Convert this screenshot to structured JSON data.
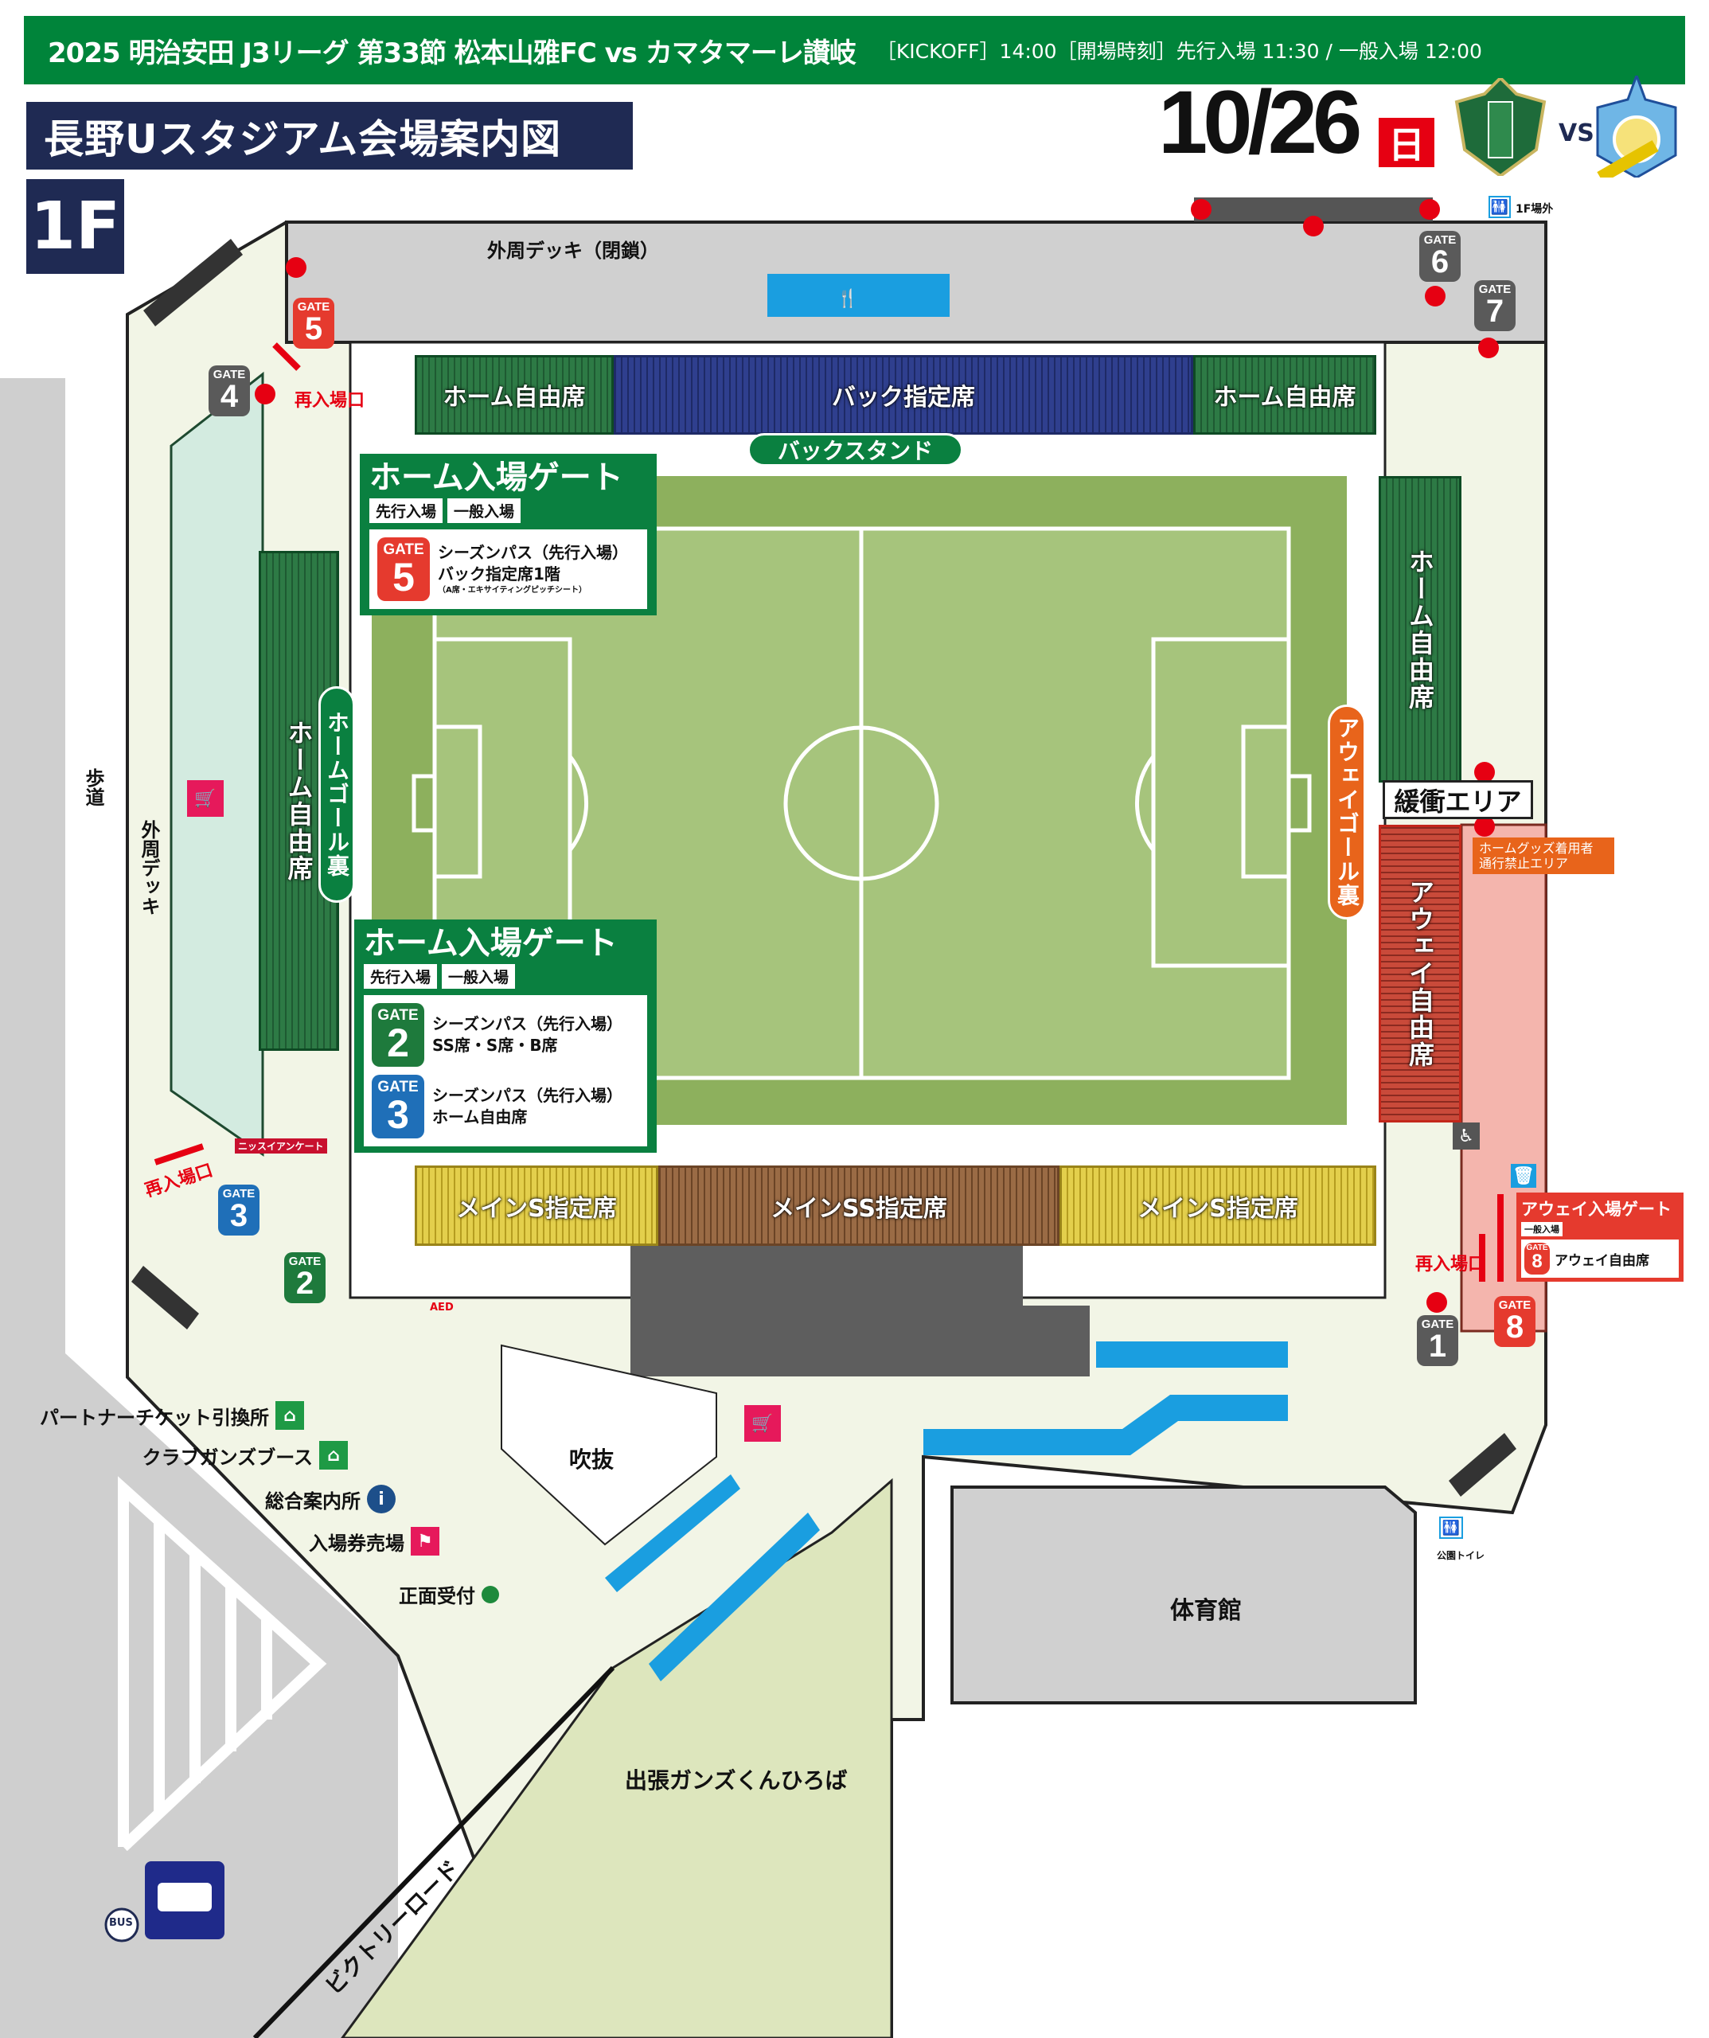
{
  "header": {
    "title": "2025 明治安田 J3リーグ 第33節  松本山雅FC vs カマタマーレ讃岐",
    "info": "［KICKOFF］14:00［開場時刻］先行入場 11:30 / 一般入場 12:00"
  },
  "venue_title": "長野Uスタジアム会場案内図",
  "floor": "1F",
  "date": "10/26",
  "weekday": "日",
  "vs": "VS",
  "logos": {
    "home": "MATSUMOTO YAMAGA",
    "away": "KAGAWA"
  },
  "colors": {
    "brand_green": "#00843a",
    "navy": "#1f2a53",
    "away_red": "#e53a2e",
    "food_blue": "#1a9ee0"
  },
  "stands": {
    "back_home_left": "ホーム自由席",
    "back_reserved": "バック指定席",
    "back_home_right": "ホーム自由席",
    "back_stand": "バックスタンド",
    "left_home": "ホーム自由席",
    "home_goal": "ホームゴール裏",
    "right_home": "ホーム自由席",
    "buffer": "緩衝エリア",
    "away_free": "アウェイ自由席",
    "away_goal": "アウェイゴール裏",
    "main_s_left": "メインS指定席",
    "main_ss": "メインSS指定席",
    "main_s_right": "メインS指定席"
  },
  "home_gate_panel_1": {
    "title": "ホーム入場ゲート",
    "tags": [
      "先行入場",
      "一般入場"
    ],
    "gates": [
      {
        "label": "GATE",
        "number": "5",
        "line1": "シーズンパス（先行入場）",
        "line2": "バック指定席1階",
        "note": "（A席・エキサイティングピッチシート）"
      }
    ]
  },
  "home_gate_panel_2": {
    "title": "ホーム入場ゲート",
    "tags": [
      "先行入場",
      "一般入場"
    ],
    "gates": [
      {
        "label": "GATE",
        "number": "2",
        "line1": "シーズンパス（先行入場）",
        "line2": "SS席・S席・B席"
      },
      {
        "label": "GATE",
        "number": "3",
        "line1": "シーズンパス（先行入場）",
        "line2": "ホーム自由席"
      }
    ]
  },
  "away_gate_panel": {
    "title": "アウェイ入場ゲート",
    "tag": "一般入場",
    "gate_label": "GATE",
    "gate_number": "8",
    "desc": "アウェイ自由席"
  },
  "restricted_note": {
    "line1": "ホームグッズ着用者",
    "line2": "通行禁止エリア"
  },
  "gates": [
    {
      "label": "GATE",
      "number": "1"
    },
    {
      "label": "GATE",
      "number": "2"
    },
    {
      "label": "GATE",
      "number": "3"
    },
    {
      "label": "GATE",
      "number": "4"
    },
    {
      "label": "GATE",
      "number": "5"
    },
    {
      "label": "GATE",
      "number": "6"
    },
    {
      "label": "GATE",
      "number": "7"
    },
    {
      "label": "GATE",
      "number": "8"
    }
  ],
  "labels": {
    "outer_deck_closed": "外周デッキ（閉鎖）",
    "outer_deck": "外周デッキ",
    "sidewalk": "歩道",
    "reentry": "再入場口",
    "survey": "ニッスイアンケート",
    "atrium": "吹抜",
    "gym": "体育館",
    "plaza": "出張ガンズくんひろば",
    "victory_road": "ビクトリーロード",
    "toilet_outside": "1F場外",
    "park_toilet": "公園トイレ",
    "aed": "AED",
    "bus": "BUS"
  },
  "legend": [
    {
      "label": "パートナーチケット引換所",
      "icon": "tent-icon",
      "color": "#1e9a45"
    },
    {
      "label": "クラブガンズブース",
      "icon": "tent-icon",
      "color": "#1e9a45"
    },
    {
      "label": "総合案内所",
      "icon": "info-icon",
      "color": "#1d4f8a"
    },
    {
      "label": "入場券売場",
      "icon": "ticket-booth-icon",
      "color": "#e6195b"
    },
    {
      "label": "正面受付",
      "icon": "dot-icon",
      "color": "#1e8a3c"
    }
  ]
}
